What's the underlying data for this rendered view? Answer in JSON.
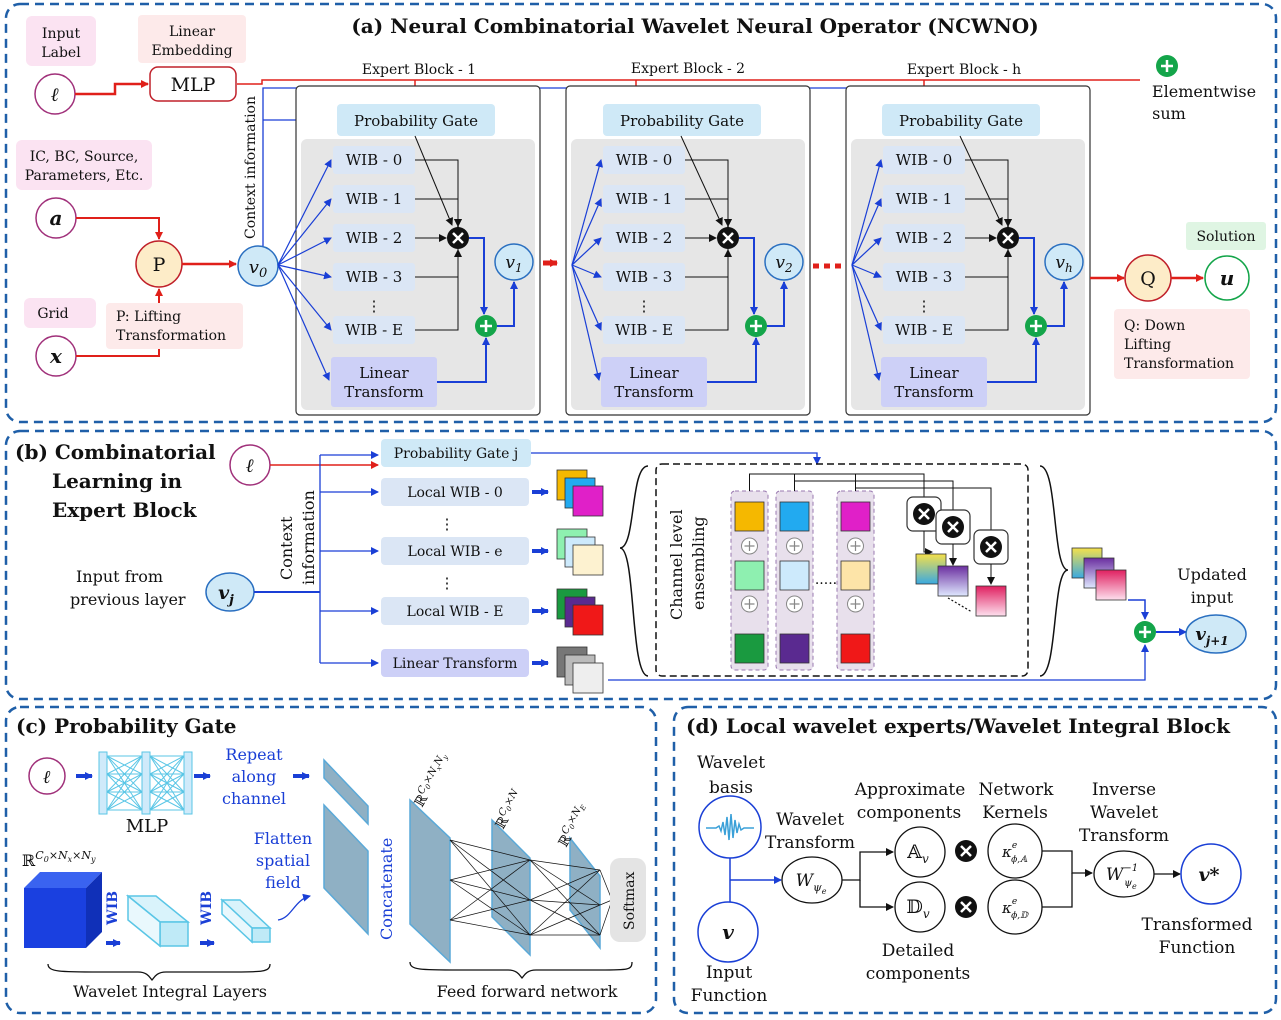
{
  "panels": {
    "a_title": "(a) Neural Combinatorial Wavelet Neural Operator (NCWNO)",
    "b_title_lines": [
      "(b) Combinatorial",
      "Learning in",
      "Expert Block"
    ],
    "c_title": "(c) Probability Gate",
    "d_title": "(d) Local wavelet experts/Wavelet Integral Block"
  },
  "a": {
    "input_label": [
      "Input",
      "Label"
    ],
    "linear_embedding": [
      "Linear",
      "Embedding"
    ],
    "mlp": "MLP",
    "ic_bc": [
      "IC, BC, Source,",
      "Parameters, Etc."
    ],
    "grid": "Grid",
    "lifting_note": [
      "P: Lifting",
      "Transformation"
    ],
    "node_l": "ℓ",
    "node_a": "a",
    "node_x": "x",
    "node_P": "P",
    "node_v0": "v0",
    "context_info": "Context information",
    "expert_labels": [
      "Expert Block - 1",
      "Expert Block - 2",
      "Expert Block - h"
    ],
    "probability_gate": "Probability Gate",
    "wib_items": [
      "WIB - 0",
      "WIB - 1",
      "WIB - 2",
      "WIB - 3",
      "WIB - E"
    ],
    "linear_transform": [
      "Linear",
      "Transform"
    ],
    "outputs": [
      "v1",
      "v2",
      "vh"
    ],
    "node_Q": "Q",
    "node_u": "u",
    "solution": "Solution",
    "down_lifting": [
      "Q: Down",
      "Lifting",
      "Transformation"
    ],
    "elementwise": [
      "Elementwise",
      "sum"
    ]
  },
  "b": {
    "node_l": "ℓ",
    "context_info": [
      "Context",
      "information"
    ],
    "prob_gate_j": "Probability Gate j",
    "local_wibs": [
      "Local WIB - 0",
      "Local WIB - e",
      "Local WIB - E"
    ],
    "linear_transform": "Linear Transform",
    "input_prev": [
      "Input from",
      "previous layer"
    ],
    "node_vj": "vj",
    "channel_level": [
      "Channel level",
      "ensembling"
    ],
    "updated_input": [
      "Updated",
      "input"
    ],
    "node_vj1": "vj+1"
  },
  "c": {
    "node_l": "ℓ",
    "mlp": "MLP",
    "repeat": [
      "Repeat",
      "along",
      "channel"
    ],
    "flatten": [
      "Flatten",
      "spatial",
      "field"
    ],
    "concatenate": "Concatenate",
    "space_in": "ℝ",
    "wib": "WIB",
    "softmax": "Softmax",
    "wil": "Wavelet Integral Layers",
    "ffn": "Feed forward network"
  },
  "d": {
    "wavelet_basis": [
      "Wavelet",
      "basis"
    ],
    "wavelet_transform": [
      "Wavelet",
      "Transform"
    ],
    "approx": [
      "Approximate",
      "components"
    ],
    "network_kernels": [
      "Network",
      "Kernels"
    ],
    "inverse": [
      "Inverse",
      "Wavelet",
      "Transform"
    ],
    "detailed": [
      "Detailed",
      "components"
    ],
    "input_function": [
      "Input",
      "Function"
    ],
    "transformed": [
      "Transformed",
      "Function"
    ],
    "node_v": "v",
    "node_vstar": "v*"
  },
  "colors": {
    "dashed_border": "#1f5fa8",
    "red": "#e0201a",
    "blue": "#1a3fd6",
    "gate_fill": "#cfe9f7",
    "wib_fill": "#dbe6f5",
    "linear_fill": "#cdd0f7",
    "green": "#14a54a",
    "pink_label": "#fbe3f2"
  }
}
